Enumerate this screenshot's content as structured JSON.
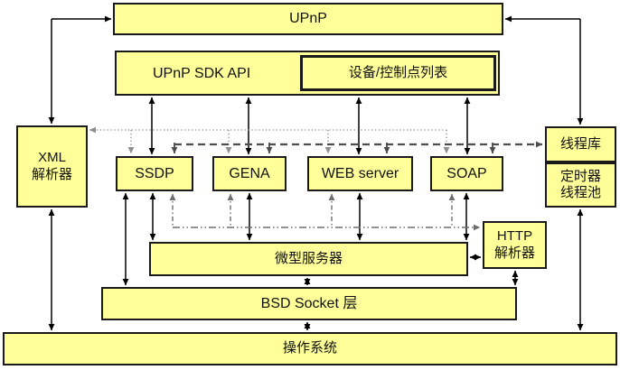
{
  "colors": {
    "fill": "#ffff99",
    "border": "#1a1a1a",
    "solid": "#000000",
    "dotted": "#8f8f8f",
    "dashed": "#4d4d4d",
    "dashdot": "#6e6e6e"
  },
  "nodes": {
    "upnp": {
      "lines": [
        "UPnP"
      ]
    },
    "sdk_api": {
      "lines": [
        "UPnP SDK API"
      ]
    },
    "device_list": {
      "lines": [
        "设备/控制点列表"
      ]
    },
    "xml_parser": {
      "lines": [
        "XML",
        "解析器"
      ]
    },
    "ssdp": {
      "lines": [
        "SSDP"
      ]
    },
    "gena": {
      "lines": [
        "GENA"
      ]
    },
    "web_server": {
      "lines": [
        "WEB server"
      ]
    },
    "soap": {
      "lines": [
        "SOAP"
      ]
    },
    "thread_lib": {
      "lines": [
        "线程库"
      ]
    },
    "timer_pool": {
      "lines": [
        "定时器",
        "线程池"
      ]
    },
    "http_parser": {
      "lines": [
        "HTTP",
        "解析器"
      ]
    },
    "mini_server": {
      "lines": [
        "微型服务器"
      ]
    },
    "bsd_socket": {
      "lines": [
        "BSD Socket 层"
      ]
    },
    "os": {
      "lines": [
        "操作系统"
      ]
    }
  },
  "edges": [
    {
      "from": "upnp",
      "to": "xml_parser",
      "style": "solid",
      "arrows": "both"
    },
    {
      "from": "upnp",
      "to": "thread_lib",
      "style": "solid",
      "arrows": "both"
    },
    {
      "from": "sdk_api",
      "to": "ssdp",
      "style": "solid",
      "arrows": "both"
    },
    {
      "from": "sdk_api",
      "to": "gena",
      "style": "solid",
      "arrows": "both"
    },
    {
      "from": "sdk_api",
      "to": "web_server",
      "style": "solid",
      "arrows": "both"
    },
    {
      "from": "sdk_api",
      "to": "soap",
      "style": "solid",
      "arrows": "both"
    },
    {
      "from": "xml_parser",
      "to": "os",
      "style": "solid",
      "arrows": "both"
    },
    {
      "from": "timer_pool",
      "to": "os",
      "style": "solid",
      "arrows": "both"
    },
    {
      "from": "ssdp",
      "to": "bsd_socket",
      "style": "solid",
      "arrows": "both"
    },
    {
      "from": "ssdp",
      "to": "mini_server",
      "style": "solid",
      "arrows": "both"
    },
    {
      "from": "gena",
      "to": "mini_server",
      "style": "solid",
      "arrows": "both"
    },
    {
      "from": "web_server",
      "to": "mini_server",
      "style": "solid",
      "arrows": "both"
    },
    {
      "from": "soap",
      "to": "mini_server",
      "style": "solid",
      "arrows": "both"
    },
    {
      "from": "mini_server",
      "to": "http_parser",
      "style": "solid",
      "arrows": "both"
    },
    {
      "from": "mini_server",
      "to": "bsd_socket",
      "style": "solid",
      "arrows": "both"
    },
    {
      "from": "bsd_socket",
      "to": "os",
      "style": "solid",
      "arrows": "both"
    },
    {
      "from": "http_parser",
      "to": "bsd_socket",
      "style": "solid",
      "arrows": "both"
    },
    {
      "style": "dotted",
      "bus": true,
      "targets": [
        "xml_parser",
        "ssdp",
        "gena",
        "web_server",
        "soap"
      ]
    },
    {
      "style": "dashed",
      "bus": true,
      "targets": [
        "ssdp",
        "gena",
        "web_server",
        "soap",
        "thread_lib"
      ]
    },
    {
      "style": "dashdot",
      "bus": true,
      "targets": [
        "ssdp",
        "gena",
        "web_server",
        "soap",
        "http_parser"
      ]
    }
  ]
}
